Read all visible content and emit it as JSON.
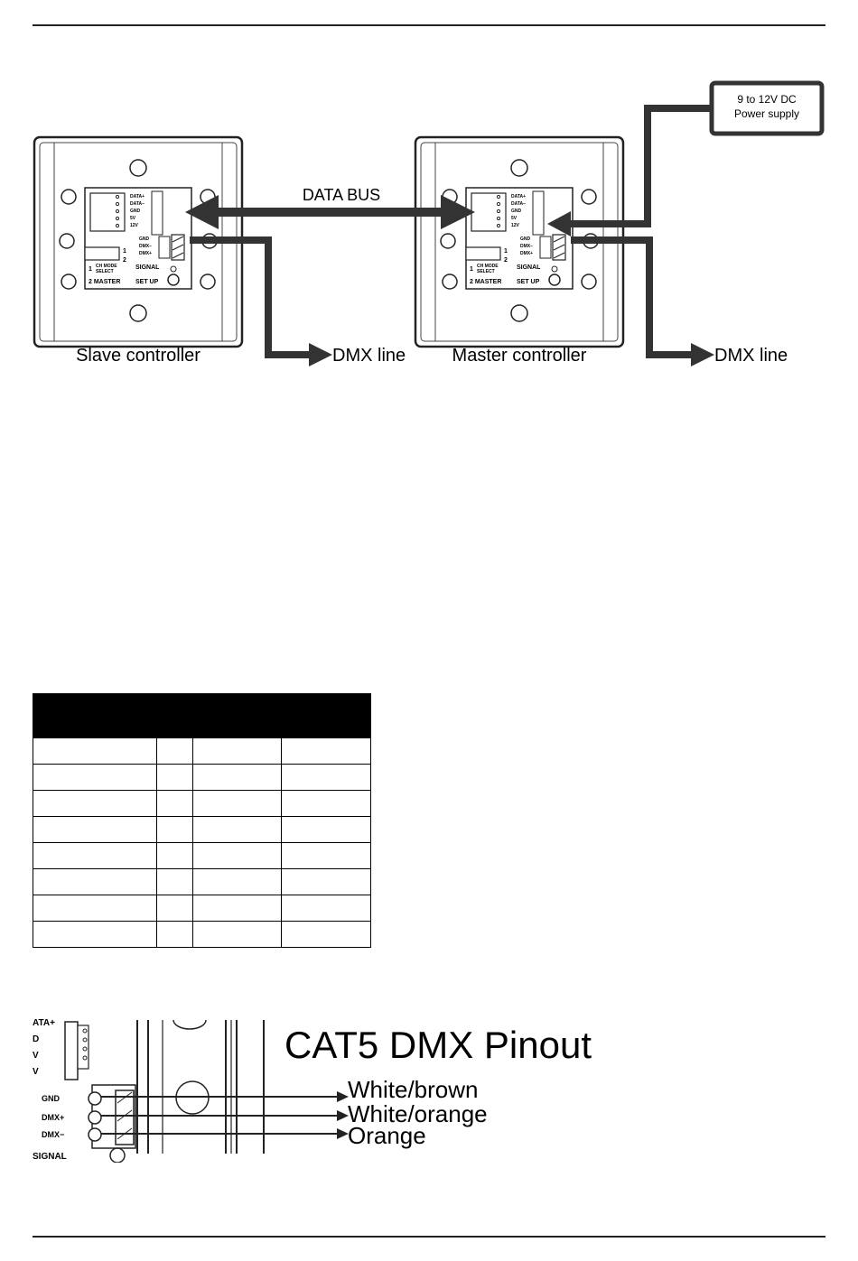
{
  "diagram": {
    "power_supply": {
      "line1": "9 to 12V DC",
      "line2": "Power supply"
    },
    "data_bus_label": "DATA BUS",
    "slave_caption": "Slave controller",
    "master_caption": "Master controller",
    "dmx_line_label": "DMX line",
    "terminal_labels": [
      "DATA+",
      "DATA−",
      "GND",
      "5V",
      "12V"
    ],
    "dmx_terminal_labels": [
      "GND",
      "DMX−",
      "DMX+"
    ],
    "signal_label": "SIGNAL",
    "setup_label": "SET UP",
    "switch_numbers": [
      "1",
      "2"
    ],
    "ch_mode_line1": "CH  MODE",
    "ch_mode_line2": "SELECT",
    "master_label": "2 MASTER"
  },
  "table": {
    "rows": 8,
    "cols": 4
  },
  "pinout": {
    "title": "CAT5 DMX Pinout",
    "wires": [
      "White/brown",
      "White/orange",
      "Orange"
    ],
    "terminal_labels": [
      "GND",
      "DMX+",
      "DMX−"
    ],
    "partial_labels": [
      "ATA+",
      "D",
      "V",
      "V",
      "SIGNAL"
    ]
  }
}
